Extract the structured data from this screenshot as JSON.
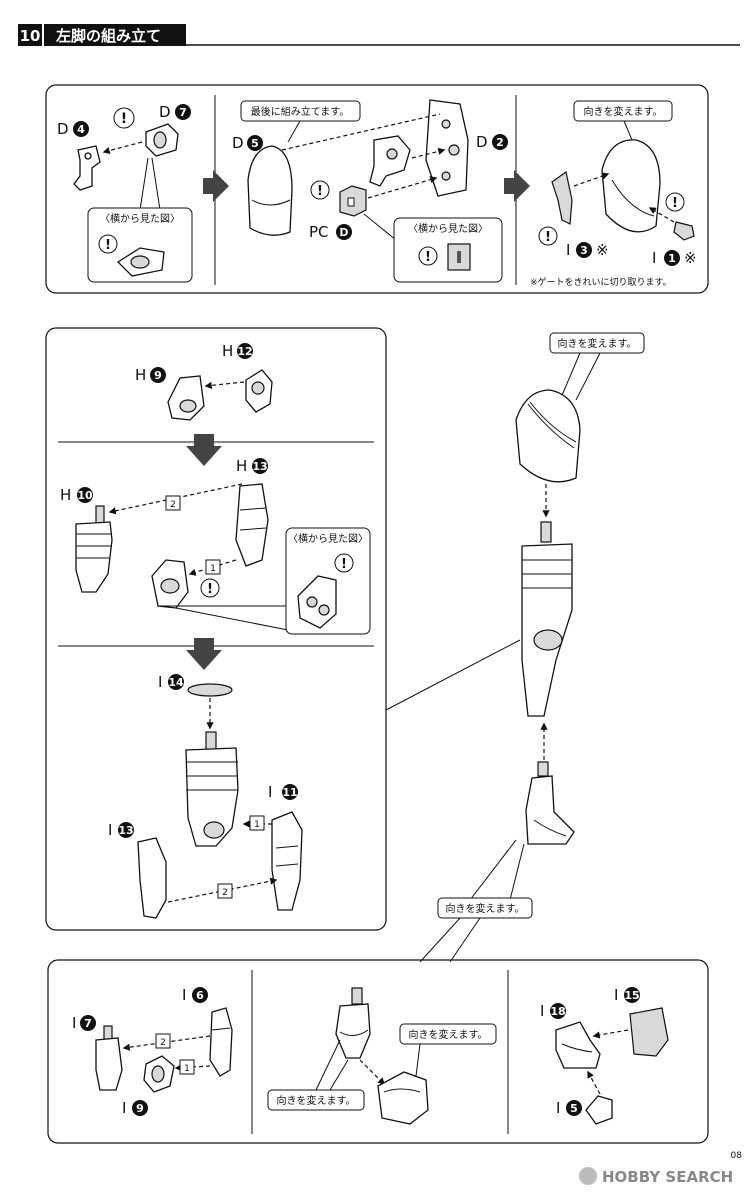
{
  "header": {
    "step_number": "10",
    "title": "左脚の組み立て"
  },
  "page_number": "08",
  "watermark": "HOBBY SEARCH",
  "notes": {
    "last_assembly": "最後に組み立てます。",
    "change_direction": "向きを変えます。",
    "side_view": "〈横から見た図〉",
    "gate_note": "※ゲートをきれいに切り取ります。"
  },
  "parts": {
    "D4": {
      "letter": "D",
      "num": "4"
    },
    "D7": {
      "letter": "D",
      "num": "7"
    },
    "D5": {
      "letter": "D",
      "num": "5"
    },
    "D2": {
      "letter": "D",
      "num": "2"
    },
    "PCD": {
      "letter": "PC",
      "num": "D"
    },
    "I3": {
      "letter": "I",
      "num": "3",
      "mark": "※"
    },
    "I1": {
      "letter": "I",
      "num": "1",
      "mark": "※"
    },
    "H9": {
      "letter": "H",
      "num": "9"
    },
    "H12": {
      "letter": "H",
      "num": "12"
    },
    "H10": {
      "letter": "H",
      "num": "10"
    },
    "H13": {
      "letter": "H",
      "num": "13"
    },
    "I14": {
      "letter": "I",
      "num": "14"
    },
    "I11": {
      "letter": "I",
      "num": "11"
    },
    "I13": {
      "letter": "I",
      "num": "13"
    },
    "I7": {
      "letter": "I",
      "num": "7"
    },
    "I6": {
      "letter": "I",
      "num": "6"
    },
    "I9": {
      "letter": "I",
      "num": "9"
    },
    "I18": {
      "letter": "I",
      "num": "18"
    },
    "I15": {
      "letter": "I",
      "num": "15"
    },
    "I5": {
      "letter": "I",
      "num": "5"
    }
  },
  "steps": {
    "one": "1",
    "two": "2"
  },
  "warning_symbol": "!"
}
